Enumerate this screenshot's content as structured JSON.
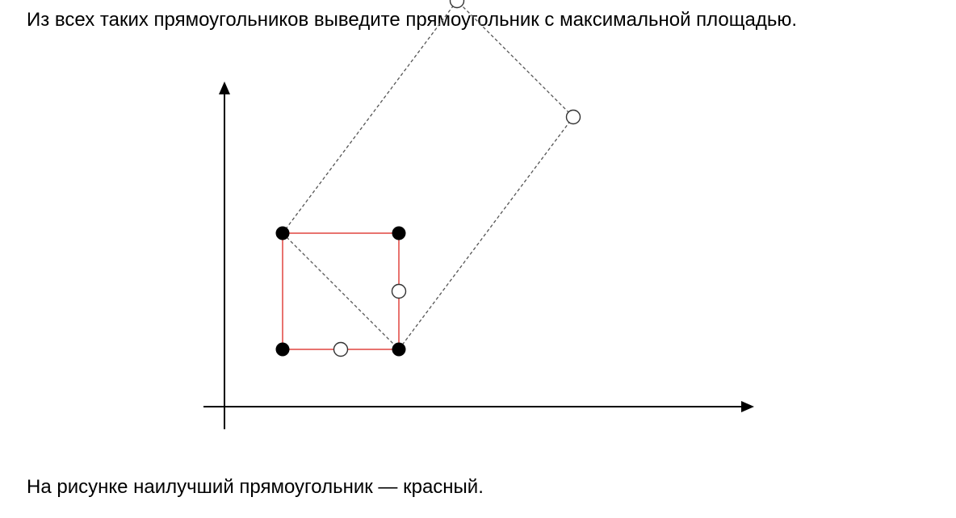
{
  "text": {
    "intro": "Из всех таких прямоугольников выведите прямоугольник с максимальной площадью.",
    "caption": "На рисунке наилучший прямоугольник — красный."
  },
  "colors": {
    "axis": "#000000",
    "best_rectangle": "#e8736f",
    "dashed_rectangle": "#555555",
    "filled_point": "#000000",
    "hollow_point_fill": "#ffffff",
    "hollow_point_stroke": "#333333"
  },
  "diagram": {
    "points": [
      {
        "id": "A",
        "x": 1,
        "y": 1,
        "style": "filled"
      },
      {
        "id": "B",
        "x": 3,
        "y": 1,
        "style": "filled"
      },
      {
        "id": "C",
        "x": 3,
        "y": 3,
        "style": "filled"
      },
      {
        "id": "D",
        "x": 1,
        "y": 3,
        "style": "filled"
      },
      {
        "id": "E",
        "x": 2,
        "y": 1,
        "style": "hollow"
      },
      {
        "id": "F",
        "x": 3,
        "y": 2,
        "style": "hollow"
      },
      {
        "id": "G",
        "x": 6,
        "y": 5,
        "style": "hollow"
      },
      {
        "id": "H",
        "x": 4,
        "y": 7,
        "style": "hollow"
      }
    ],
    "best_rectangle": [
      "A",
      "B",
      "C",
      "D"
    ],
    "other_rectangle": [
      "D",
      "B",
      "G",
      "H"
    ]
  }
}
